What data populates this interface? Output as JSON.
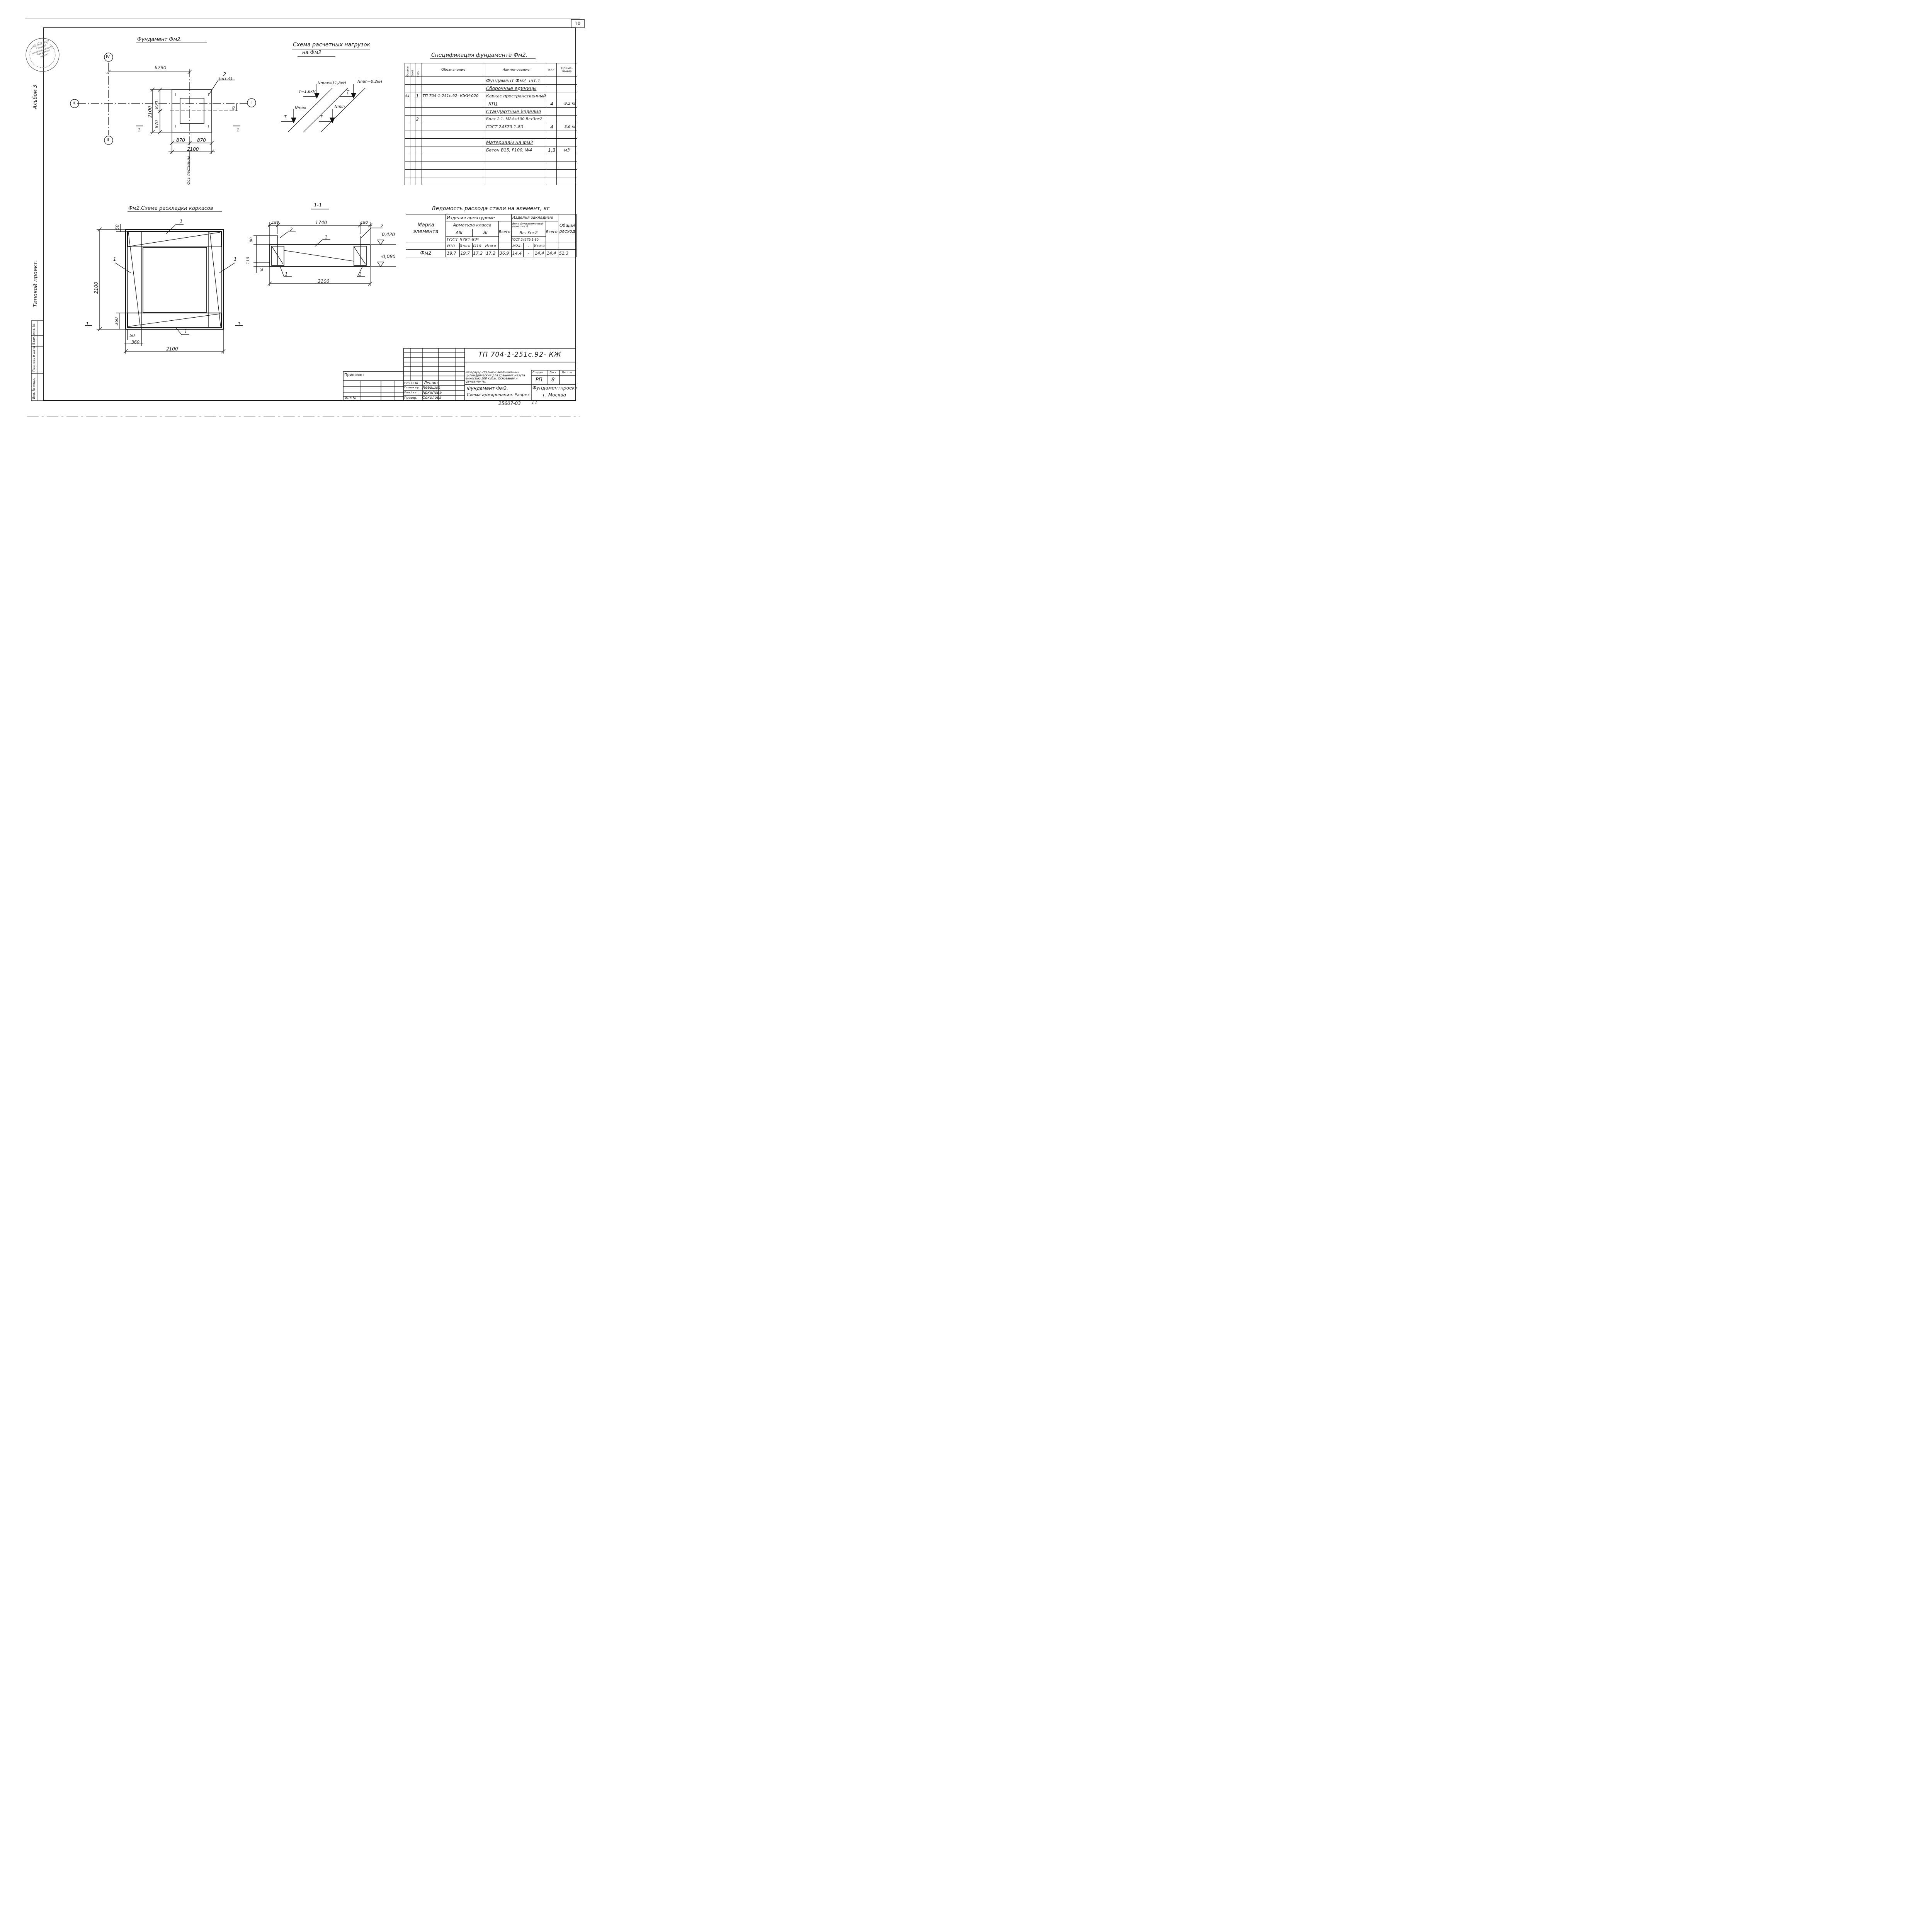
{
  "sheet_number": "10",
  "left_margin": {
    "album": "Альбом 3",
    "project_type": "Типовой проект.",
    "cols": [
      "Инв. № подл.",
      "Подпись и дата",
      "Взам. инв. №"
    ]
  },
  "stamp": {
    "lines": [
      "Госстрой СССР",
      "Главный",
      "инженер проекта",
      "Фундамент",
      "проект"
    ]
  },
  "plan": {
    "title": "Фундамент Фм2.",
    "axis_iv": "IV",
    "axis_iii": "III",
    "axis_ii": "II",
    "axis_i": "I",
    "dim_6290": "6290",
    "dim_2100_v": "2100",
    "dim_870_a": "870",
    "dim_870_b": "870",
    "dim_870_c": "870",
    "dim_870_d": "870",
    "dim_2100_h": "2100",
    "dim_45": "45",
    "pos_2": "2",
    "pos_2_qty": "(шт.4)",
    "cut_left": "1",
    "cut_right": "1",
    "stair_axis": "Ось лестницы"
  },
  "loads": {
    "title_1": "Схема расчетных нагрузок",
    "title_2": "на Фм2",
    "nmax": "Nmax=11,8кН",
    "nmin": "Nmin=0,2кН",
    "t_val": "T=1,6кН",
    "t1": "T",
    "t2": "T",
    "t3": "T",
    "nmax_s": "Nmax",
    "nmin_s": "Nmin"
  },
  "spec": {
    "title": "Спецификация фундамента Фм2.",
    "headers": [
      "Формат",
      "Зона",
      "Поз.",
      "Обозначение",
      "Наименование",
      "Кол.",
      "Приме-чание"
    ],
    "rows": [
      [
        "",
        "",
        "",
        "",
        "Фундамент Фм2- шт.1",
        "",
        ""
      ],
      [
        "",
        "",
        "",
        "",
        "Сборочные единицы",
        "",
        ""
      ],
      [
        "А4",
        "",
        "1",
        "ТП 704-1-251с.92- КЖИ-020",
        "Каркас пространственный",
        "",
        ""
      ],
      [
        "",
        "",
        "",
        "",
        "КП1",
        "4",
        "9,2 кг"
      ],
      [
        "",
        "",
        "",
        "",
        "Стандартные изделия",
        "",
        ""
      ],
      [
        "",
        "",
        "2",
        "",
        "Болт 2.1. М24×500 Вст3пс2",
        "",
        ""
      ],
      [
        "",
        "",
        "",
        "",
        "ГОСТ 24379.1-80",
        "4",
        "3,6 кг"
      ],
      [
        "",
        "",
        "",
        "",
        "",
        "",
        ""
      ],
      [
        "",
        "",
        "",
        "",
        "Материалы на Фм2",
        "",
        ""
      ],
      [
        "",
        "",
        "",
        "",
        "Бетон В15, F100, W4",
        "1,3",
        "м3"
      ],
      [
        "",
        "",
        "",
        "",
        "",
        "",
        ""
      ],
      [
        "",
        "",
        "",
        "",
        "",
        "",
        ""
      ],
      [
        "",
        "",
        "",
        "",
        "",
        "",
        ""
      ],
      [
        "",
        "",
        "",
        "",
        "",
        "",
        ""
      ]
    ]
  },
  "layout": {
    "title": "Фм2.Схема раскладки каркасов",
    "dim_50_top": "50",
    "dim_2100_v": "2100",
    "dim_360_v": "360",
    "dim_50_bot": "50",
    "dim_360_h": "360",
    "dim_2100_h": "2100",
    "p1_top": "1",
    "p1_left": "1",
    "p1_right": "1",
    "p1_bot": "1",
    "cut_left": "1",
    "cut_right": "1"
  },
  "section": {
    "title": "1-1",
    "dim_180_l": "180",
    "dim_1740": "1740",
    "dim_180_r": "180",
    "dim_80": "80",
    "dim_110": "110",
    "dim_30": "30",
    "dim_2100": "2100",
    "elev_top": "0,420",
    "elev_bot": "-0,080",
    "p2_left": "2",
    "p2_right": "2",
    "p1_mid": "1",
    "p1_left": "1",
    "p1_right": "1"
  },
  "steel": {
    "title": "Ведомость расхода стали на элемент, кг",
    "mark_h": "Марка элемента",
    "armat_h": "Изделия арматурные",
    "embed_h": "Изделия закладные",
    "class_h": "Арматура класса",
    "bolt_h": "Болт фундамент-ный (комплект)",
    "a3": "АIII",
    "a1": "АI",
    "gost1": "ГОСТ 5781-82*",
    "vst": "Вст3пс2",
    "gost2": "ГОСТ 24379.1-80",
    "d10a": "Ø10",
    "itog_a": "Итого",
    "d10b": "Ø10",
    "itog_b": "Итого",
    "m24": "М24",
    "dash_h": "-",
    "itog_c": "Итого",
    "vsego1": "Всего",
    "vsego2": "Всего",
    "total_h": "Общий расход",
    "row": [
      "Фм2",
      "19,7",
      "19,7",
      "17,2",
      "17,2",
      "36,9",
      "14,4",
      "-",
      "14,4",
      "14,4",
      "51,3"
    ]
  },
  "title_block": {
    "code": "ТП 704-1-251с.92- КЖ",
    "project": "Резервуар стальной вертикальный цилиндрический для хранения мазута емкостью 300 куб.м. Основания и фундаменты.",
    "stage_h": "Стадия",
    "sheet_h": "Лист",
    "sheets_h": "Листов",
    "stage": "РП",
    "sheet": "8",
    "sheets": "",
    "doc_1": "Фундамент Фм2.",
    "doc_2": "Схема армирования. Разрез",
    "org_1": "Фундаментпроект",
    "org_2": "г. Москва",
    "tied": "Привязан",
    "inv": "Инв.№",
    "people": [
      [
        "Нач.ПО4",
        "Лешин"
      ],
      [
        "Гл.инж.пр.",
        "Левашов"
      ],
      [
        "Инж.I кат.",
        "Архипова"
      ],
      [
        "Провер.",
        "Соколова"
      ]
    ],
    "archive": "25607-03",
    "archive_sheet": "11"
  }
}
